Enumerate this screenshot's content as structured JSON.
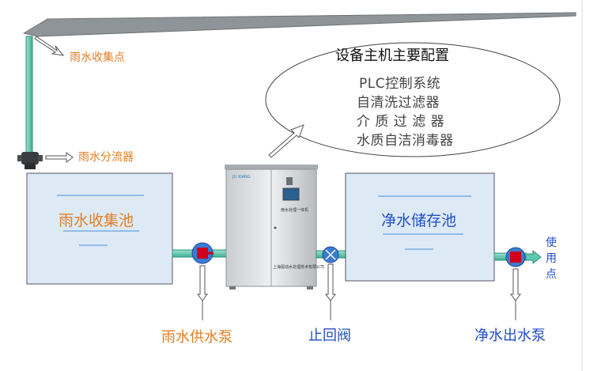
{
  "labels": {
    "rain_collection_point": "雨水收集点",
    "rain_diverter": "雨水分流器",
    "rain_tank": "雨水收集池",
    "clean_tank": "净水储存池",
    "rain_pump": "雨水供水泵",
    "check_valve": "止回阀",
    "clean_pump": "净水出水泵",
    "use_point_chars": [
      "使",
      "用",
      "点"
    ]
  },
  "config": {
    "title": "设备主机主要配置",
    "items": [
      "PLC控制系统",
      "自清洗过滤器",
      "介 质 过 滤 器",
      "水质自洁消毒器"
    ]
  },
  "cabinet": {
    "brand": "JU XIANG",
    "panel_text": "雨水处理一体机",
    "company": "上海驱动水处理技术有限公司"
  },
  "colors": {
    "orange_label": "#e67e22",
    "blue_label": "#1f4fc8",
    "tank_fill": "#dde9f5",
    "pipe_green": "#5ec9b0",
    "pump_red": "#d0021b",
    "valve_blue": "#3a7bd5",
    "roof_grey": "#8e9498"
  }
}
